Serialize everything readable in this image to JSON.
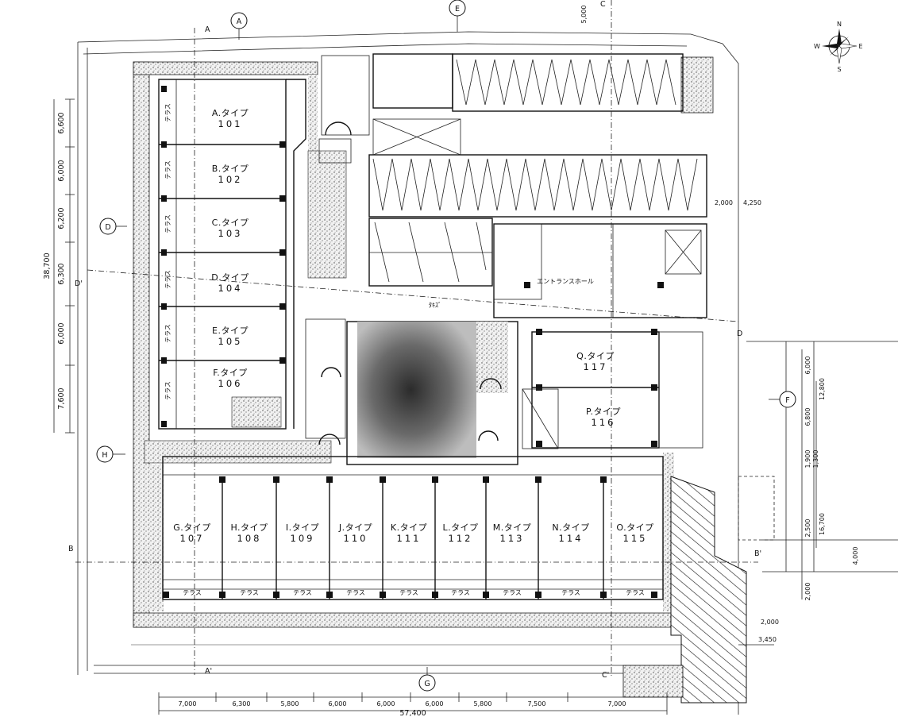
{
  "grid_marks": {
    "top": [
      "A",
      "E"
    ],
    "left_upper": "D",
    "left_lower": "H",
    "bottom": "G",
    "right": "F"
  },
  "section_marks": [
    "A",
    "A'",
    "B",
    "B'",
    "C",
    "C'",
    "D",
    "D'"
  ],
  "compass": {
    "n": "N",
    "e": "E",
    "s": "S",
    "w": "W"
  },
  "units_west": [
    {
      "type": "A.タイプ",
      "no": "101"
    },
    {
      "type": "B.タイプ",
      "no": "102"
    },
    {
      "type": "C.タイプ",
      "no": "103"
    },
    {
      "type": "D.タイプ",
      "no": "104"
    },
    {
      "type": "E.タイプ",
      "no": "105"
    },
    {
      "type": "F.タイプ",
      "no": "106"
    }
  ],
  "units_south": [
    {
      "type": "G.タイプ",
      "no": "107"
    },
    {
      "type": "H.タイプ",
      "no": "108"
    },
    {
      "type": "I.タイプ",
      "no": "109"
    },
    {
      "type": "J.タイプ",
      "no": "110"
    },
    {
      "type": "K.タイプ",
      "no": "111"
    },
    {
      "type": "L.タイプ",
      "no": "112"
    },
    {
      "type": "M.タイプ",
      "no": "113"
    },
    {
      "type": "N.タイプ",
      "no": "114"
    },
    {
      "type": "O.タイプ",
      "no": "115"
    }
  ],
  "units_east": [
    {
      "type": "Q.タイプ",
      "no": "117"
    },
    {
      "type": "P.タイプ",
      "no": "116"
    }
  ],
  "dims_left": [
    "6,600",
    "6,000",
    "6,200",
    "6,300",
    "6,000",
    "7,600"
  ],
  "dim_left_total": "38,700",
  "dims_bottom": [
    "7,000",
    "6,300",
    "5,800",
    "6,000",
    "6,000",
    "6,000",
    "5,800",
    "7,500",
    "7,000"
  ],
  "dim_bottom_total": "57,400",
  "dims_right": [
    "6,000",
    "6,800",
    "12,800",
    "1,900",
    "1,300",
    "2,500",
    "16,700",
    "4,000",
    "2,000",
    "2,000",
    "3,450"
  ],
  "dims_top_right": [
    "2,000",
    "4,250"
  ],
  "dim_top_mark": "5,000",
  "labels": {
    "entrance_hall": "エントランスホール",
    "terrace": "テラス",
    "kitchen": "ﾀｷｽﾞ"
  }
}
